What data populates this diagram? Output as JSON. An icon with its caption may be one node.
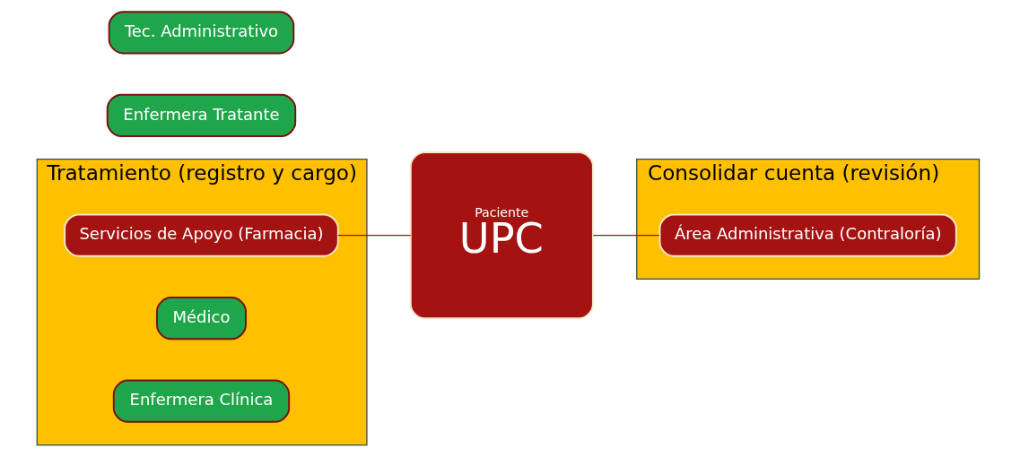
{
  "diagram": {
    "nodes": [
      {
        "text": [
          "Tratamiento (registro y cargo)"
        ]
      },
      {
        "text": [
          "Consolidar cuenta (revisión)"
        ]
      },
      {
        "text": [
          "Servicios de Apoyo (Farmacia)"
        ],
        "in": 0
      },
      {
        "text": [
          "Paciente",
          "UPC"
        ]
      },
      {
        "text": [
          "Área Administrativa (Contraloría)"
        ],
        "in": 1
      },
      {
        "text": [
          "Enfermera Tratante"
        ]
      },
      {
        "text": [
          "Médico"
        ],
        "in": 0
      },
      {
        "text": [
          "Enfermera Clínica"
        ],
        "in": 0
      },
      {
        "text": [
          "Tec. Administrativo"
        ]
      }
    ],
    "edges": [
      {
        "from": 2,
        "to": 3,
        "arrow": "none"
      },
      {
        "from": 3,
        "to": 4,
        "arrow": "none"
      }
    ]
  }
}
